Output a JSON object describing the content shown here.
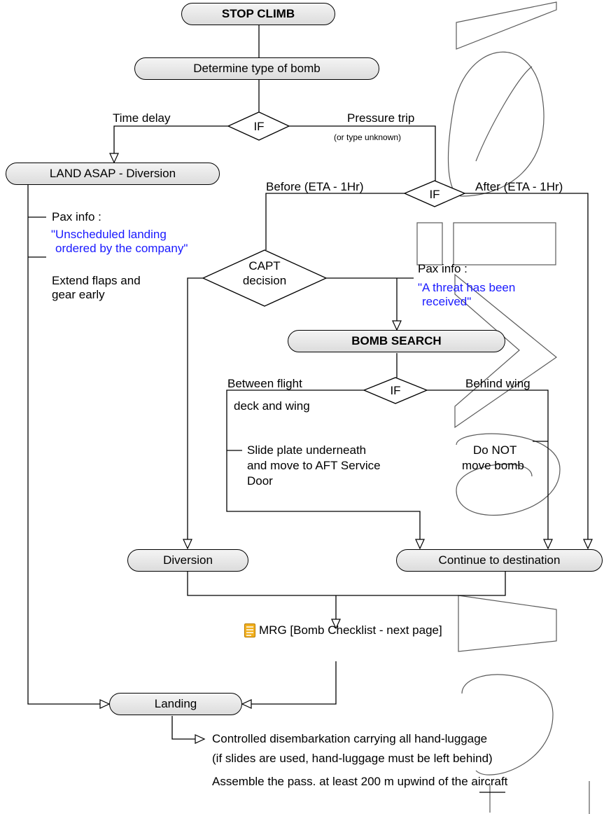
{
  "nodes": {
    "stop_climb": "STOP CLIMB",
    "determine": "Determine type of bomb",
    "land_asap": "LAND ASAP - Diversion",
    "bomb_search": "BOMB SEARCH",
    "diversion": "Diversion",
    "continue": "Continue to destination",
    "landing": "Landing"
  },
  "decisions": {
    "if1": "IF",
    "if2": "IF",
    "capt_line1": "CAPT",
    "capt_line2": "decision",
    "if3": "IF"
  },
  "labels": {
    "time_delay": "Time delay",
    "pressure_trip": "Pressure trip",
    "type_unknown": "(or type unknown)",
    "before": "Before (ETA - 1Hr)",
    "after": "After (ETA - 1Hr)",
    "pax_info_1": "Pax info :",
    "pax_msg_1_line1": "\"Unscheduled landing",
    "pax_msg_1_line2": "ordered by the company\"",
    "extend_line1": "Extend flaps and",
    "extend_line2": "gear early",
    "pax_info_2": "Pax info :",
    "pax_msg_2_line1": "\"A threat has been",
    "pax_msg_2_line2": "received\"",
    "between_line1": "Between flight",
    "between_line2": "deck and wing",
    "behind_wing": "Behind wing",
    "slide_line1": "Slide plate underneath",
    "slide_line2": "and move to AFT Service",
    "slide_line3": "Door",
    "do_not_line1": "Do NOT",
    "do_not_line2": "move bomb",
    "mrg": "MRG  [Bomb Checklist - next page]",
    "disembark_line1": "Controlled disembarkation carrying all hand-luggage",
    "disembark_line2": "(if slides are used, hand-luggage must be left behind)",
    "assemble": "Assemble the pass. at least 200 m upwind of the aircraft"
  },
  "icons": [
    "document-icon"
  ],
  "colors": {
    "message_text": "#1a1aff",
    "node_fill": "#e6e6e6",
    "line": "#000000"
  }
}
